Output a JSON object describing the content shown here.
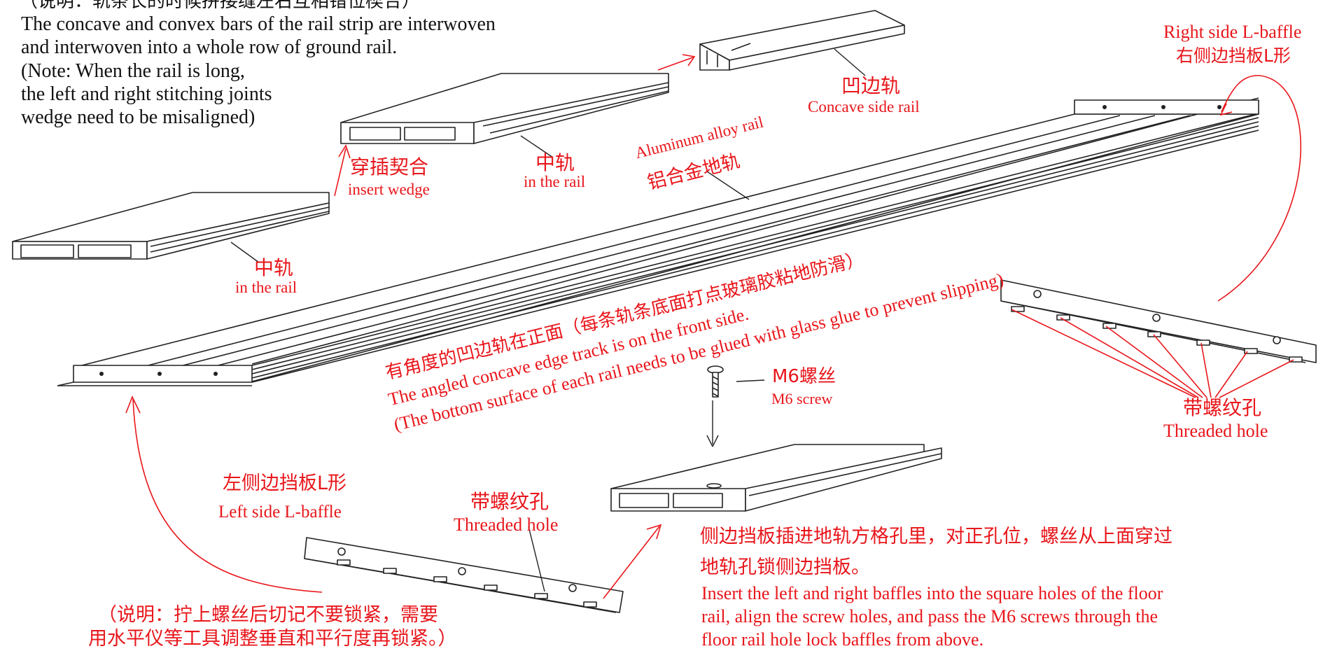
{
  "notes": {
    "top_cn": "（说明：轨条长的时候拼接缝左右互相错位楔合）",
    "top_en": [
      "The concave and convex bars of the rail strip are interwoven",
      "and interwoven into a whole row of ground rail.",
      "(Note: When the rail is long,",
      "the left and right stitching joints",
      "wedge need to be misaligned)"
    ]
  },
  "labels": {
    "right_baffle_en": "Right side L-baffle",
    "right_baffle_cn": "右侧边挡板L形",
    "concave_rail_cn": "凹边轨",
    "concave_rail_en": "Concave side rail",
    "insert_wedge_cn": "穿插契合",
    "insert_wedge_en": "insert wedge",
    "middle_rail_cn": "中轨",
    "middle_rail_en": "in the rail",
    "aluminum_rail_en": "Aluminum alloy rail",
    "aluminum_rail_cn": "铝合金地轨",
    "middle_rail2_cn": "中轨",
    "middle_rail2_en": "in the rail",
    "glue_cn": "有角度的凹边轨在正面（每条轨条底面打点玻璃胶粘地防滑）",
    "glue_en1": "The angled concave edge track is on the front side.",
    "glue_en2": "(The bottom surface of each rail needs to be glued with glass glue to prevent slipping)",
    "screw_cn": "M6螺丝",
    "screw_en": "M6 screw",
    "threaded_right_cn": "带螺纹孔",
    "threaded_right_en": "Threaded hole",
    "left_baffle_cn": "左侧边挡板L形",
    "left_baffle_en": "Left side L-baffle",
    "threaded_left_cn": "带螺纹孔",
    "threaded_left_en": "Threaded hole"
  },
  "bottom_notes": {
    "left_cn1": "（说明：拧上螺丝后切记不要锁紧，需要",
    "left_cn2": "用水平仪等工具调整垂直和平行度再锁紧。）",
    "right_cn1": "侧边挡板插进地轨方格孔里，对正孔位，螺丝从上面穿过",
    "right_cn2": "地轨孔锁侧边挡板。",
    "right_en1": "Insert the left and right baffles into the square holes of the floor",
    "right_en2": "rail, align the screw holes, and pass the M6 screws through the",
    "right_en3": "floor rail hole lock baffles from above."
  },
  "colors": {
    "annotation": "#e8161b",
    "text": "#111111",
    "lines": "#222222"
  }
}
